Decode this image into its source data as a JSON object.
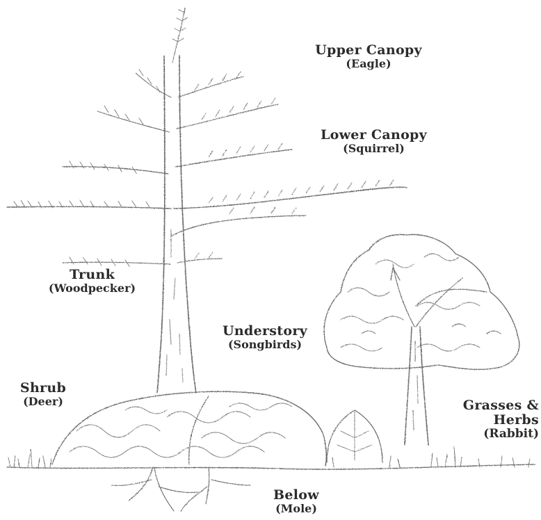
{
  "layers": [
    {
      "key": "upper_canopy",
      "name": "Upper Canopy",
      "animal": "(Eagle)"
    },
    {
      "key": "lower_canopy",
      "name": "Lower Canopy",
      "animal": "(Squirrel)"
    },
    {
      "key": "trunk",
      "name": "Trunk",
      "animal": "(Woodpecker)"
    },
    {
      "key": "understory",
      "name": "Understory",
      "animal": "(Songbirds)"
    },
    {
      "key": "shrub",
      "name": "Shrub",
      "animal": "(Deer)"
    },
    {
      "key": "grasses",
      "name": "Grasses &",
      "name2": "Herbs",
      "animal": "(Rabbit)"
    },
    {
      "key": "below",
      "name": "Below",
      "animal": "(Mole)"
    }
  ],
  "colors": {
    "ink": "#2b2b2b",
    "pencil": "#6a6a6a",
    "paper": "#ffffff"
  }
}
